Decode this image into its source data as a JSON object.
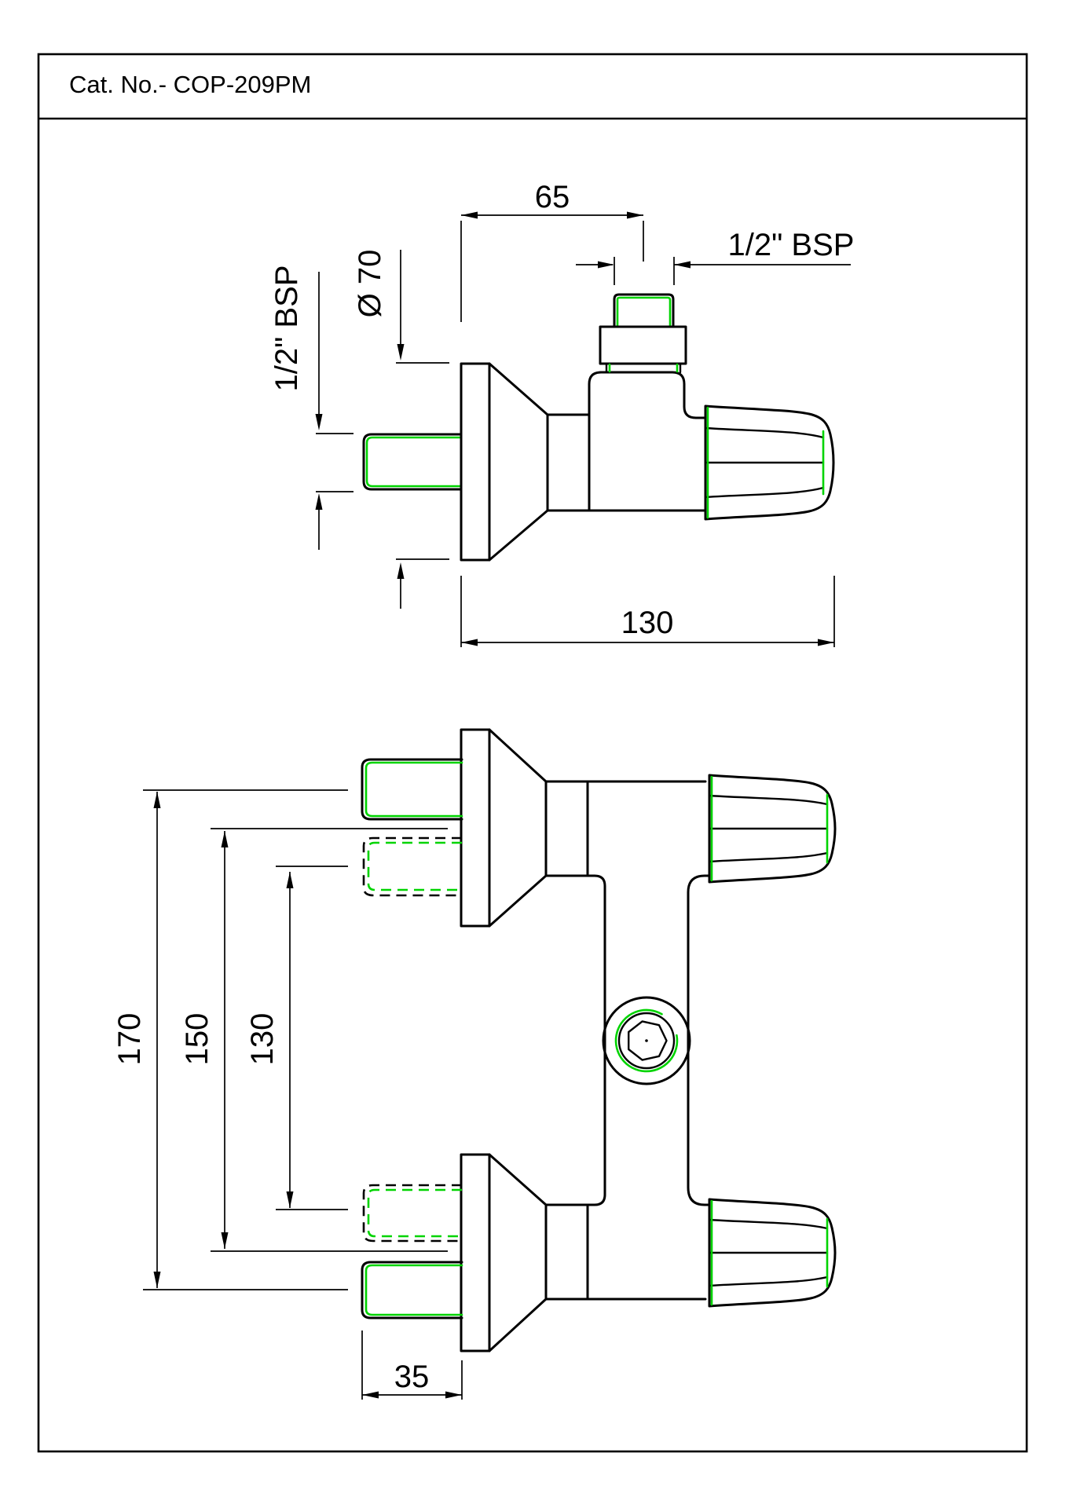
{
  "title_block": {
    "catalog_label": "Cat. No.- COP-209PM"
  },
  "colors": {
    "outline": "#000000",
    "thread_highlight": "#00d400",
    "background": "#ffffff"
  },
  "side_view": {
    "description": "side elevation of wall-mounted stop valve",
    "dimensions": {
      "outlet_offset": "65",
      "flange_diameter": "Ø 70",
      "outlet_thread": "1/2\" BSP",
      "inlet_thread": "1/2\" BSP",
      "overall_depth": "130"
    }
  },
  "front_view": {
    "description": "front elevation with two valves, solid and dashed inlet positions",
    "dimensions": {
      "center_distance_max": "170",
      "center_distance_nominal": "150",
      "center_distance_min": "130",
      "inlet_projection": "35"
    }
  }
}
